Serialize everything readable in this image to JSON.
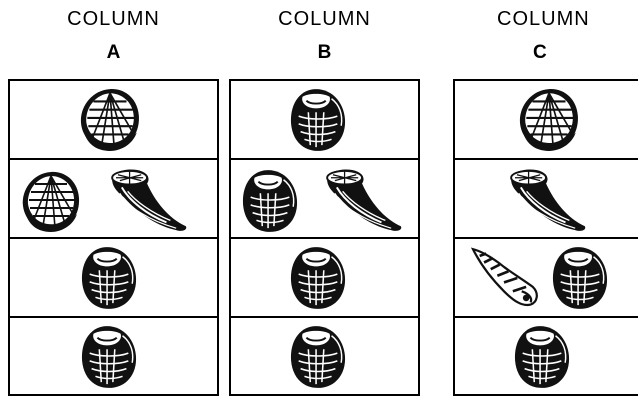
{
  "columns": [
    {
      "title": "COLUMN",
      "letter": "A",
      "rows": [
        [
          "clam-fossil"
        ],
        [
          "clam-fossil",
          "horn-coral-fossil"
        ],
        [
          "trilobite-fossil"
        ],
        [
          "trilobite-fossil"
        ]
      ]
    },
    {
      "title": "COLUMN",
      "letter": "B",
      "rows": [
        [
          "trilobite-fossil"
        ],
        [
          "trilobite-fossil",
          "horn-coral-fossil"
        ],
        [
          "trilobite-fossil"
        ],
        [
          "trilobite-fossil"
        ]
      ]
    },
    {
      "title": "COLUMN",
      "letter": "C",
      "rows": [
        [
          "clam-fossil"
        ],
        [
          "horn-coral-fossil"
        ],
        [
          "snail-shell-fossil",
          "trilobite-fossil"
        ],
        [
          "trilobite-fossil"
        ]
      ]
    }
  ]
}
